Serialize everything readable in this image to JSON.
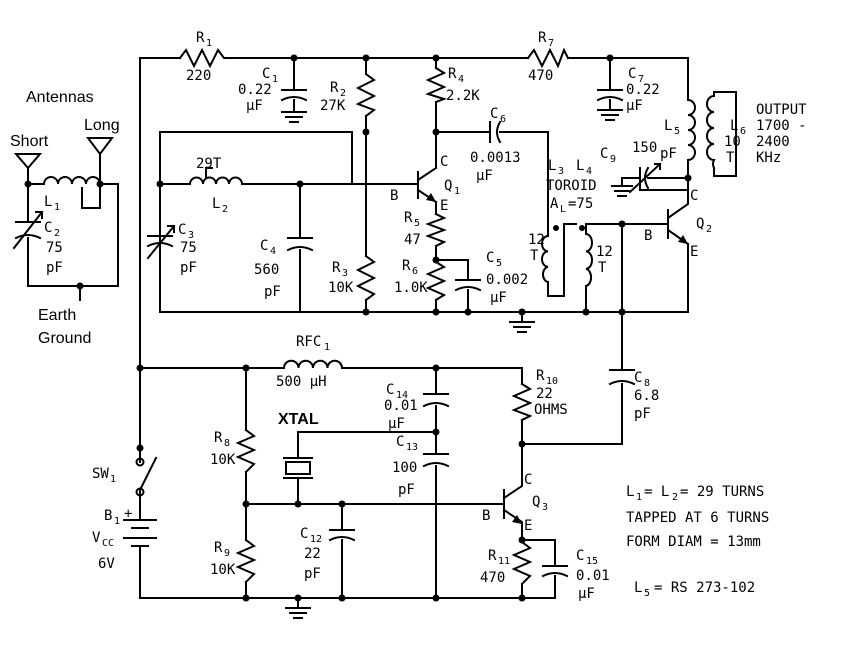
{
  "antennas": {
    "title": "Antennas",
    "short": "Short",
    "long": "Long",
    "earth_ground_line1": "Earth",
    "earth_ground_line2": "Ground"
  },
  "parts": {
    "R1": {
      "ref": "R",
      "sub": "1",
      "value": "220"
    },
    "C1": {
      "ref": "C",
      "sub": "1",
      "value": "0.22",
      "unit": "µF"
    },
    "R2": {
      "ref": "R",
      "sub": "2",
      "value": "27K"
    },
    "R4": {
      "ref": "R",
      "sub": "4",
      "value": "2.2K"
    },
    "R7": {
      "ref": "R",
      "sub": "7",
      "value": "470"
    },
    "C7": {
      "ref": "C",
      "sub": "7",
      "value": "0.22",
      "unit": "µF"
    },
    "L5": {
      "ref": "L",
      "sub": "5"
    },
    "L6": {
      "ref": "L",
      "sub": "6",
      "turns": "10",
      "t": "T"
    },
    "output": {
      "line1": "OUTPUT",
      "line2": "1700 -",
      "line3": "2400",
      "line4": "KHz"
    },
    "C6": {
      "ref": "C",
      "sub": "6",
      "value": "0.0013",
      "unit": "µF"
    },
    "C9": {
      "ref": "C",
      "sub": "9",
      "value": "150",
      "unit": "pF"
    },
    "L1": {
      "ref": "L",
      "sub": "1"
    },
    "C2": {
      "ref": "C",
      "sub": "2",
      "value": "75",
      "unit": "pF"
    },
    "L2": {
      "ref": "L",
      "sub": "2",
      "turns": "29T"
    },
    "C3": {
      "ref": "C",
      "sub": "3",
      "value": "75",
      "unit": "pF"
    },
    "C4": {
      "ref": "C",
      "sub": "4",
      "value": "560",
      "unit": "pF"
    },
    "Q1": {
      "ref": "Q",
      "sub": "1"
    },
    "R5": {
      "ref": "R",
      "sub": "5",
      "value": "47"
    },
    "R6": {
      "ref": "R",
      "sub": "6",
      "value": "1.0K"
    },
    "R3": {
      "ref": "R",
      "sub": "3",
      "value": "10K"
    },
    "C5": {
      "ref": "C",
      "sub": "5",
      "value": "0.002",
      "unit": "µF"
    },
    "L3L4": {
      "ref3": "L",
      "sub3": "3",
      "ref4": "L",
      "sub4": "4",
      "toroid": "TOROID",
      "al_ref": "A",
      "al_sub": "L",
      "al_value": "=75",
      "turns3": "12",
      "t3": "T",
      "turns4": "12",
      "t4": "T"
    },
    "Q2": {
      "ref": "Q",
      "sub": "2"
    },
    "RFC1": {
      "ref": "RFC",
      "sub": "1",
      "value": "500 µH"
    },
    "C14": {
      "ref": "C",
      "sub": "14",
      "value": "0.01",
      "unit": "µF"
    },
    "R10": {
      "ref": "R",
      "sub": "10",
      "value": "22",
      "unit": "OHMS"
    },
    "C8": {
      "ref": "C",
      "sub": "8",
      "value": "6.8",
      "unit": "pF"
    },
    "XTAL": {
      "label": "XTAL"
    },
    "C13": {
      "ref": "C",
      "sub": "13",
      "value": "100",
      "unit": "pF"
    },
    "R8": {
      "ref": "R",
      "sub": "8",
      "value": "10K"
    },
    "SW1": {
      "ref": "SW",
      "sub": "1"
    },
    "B1": {
      "ref": "B",
      "sub": "1",
      "plus": "+",
      "vcc": "V",
      "vcc_sub": "CC",
      "value": "6V"
    },
    "Q3": {
      "ref": "Q",
      "sub": "3"
    },
    "C12": {
      "ref": "C",
      "sub": "12",
      "value": "22",
      "unit": "pF"
    },
    "R9": {
      "ref": "R",
      "sub": "9",
      "value": "10K"
    },
    "R11": {
      "ref": "R",
      "sub": "11",
      "value": "470"
    },
    "C15": {
      "ref": "C",
      "sub": "15",
      "value": "0.01",
      "unit": "µF"
    }
  },
  "pins": {
    "B": "B",
    "C": "C",
    "E": "E"
  },
  "notes": {
    "line1_a": "L",
    "line1_sub1": "1",
    "line1_b": "= L",
    "line1_sub2": "2",
    "line1_c": "= 29 TURNS",
    "line2": "TAPPED AT 6 TURNS",
    "line3": "FORM DIAM = 13mm",
    "line4_a": "L",
    "line4_sub": "5",
    "line4_b": "= RS 273-102"
  },
  "colors": {
    "ink": "#000000",
    "background": "#ffffff"
  }
}
